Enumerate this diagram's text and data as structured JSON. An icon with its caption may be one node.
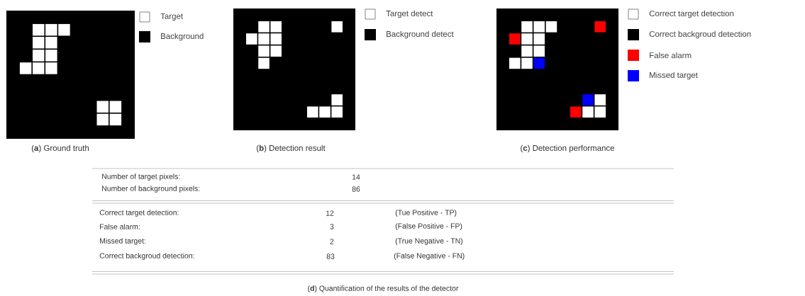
{
  "diagram": {
    "labels": [
      "(**a**) Ground truth",
      "(**b**) Detection result",
      "(**c**) Detection performance",
      "Number of target pixels:",
      "14",
      "Number of background pixels:",
      "86",
      "Correct target detection:",
      "12",
      "(Tue Positive -  TP)",
      "False alarm:",
      "3",
      "(False Positive -  FP)",
      "Missed target:",
      "2",
      "(True Negative -  TN)",
      "Correct backgroud detection:",
      "83",
      "(False Negative  - FN)",
      "(**d**) Quantification of the results of the detector"
    ],
    "legend": [
      {
        "text": "Target"
      },
      {
        "text": "Background",
        "color": "#000000"
      },
      {
        "text": "Target detect"
      },
      {
        "text": "Background detect",
        "color": "#000000"
      },
      {
        "text": "Correct target detection"
      },
      {
        "text": "Correct backgroud detection",
        "color": "#000000"
      },
      {
        "text": "False alarm",
        "color": "#ff0000"
      },
      {
        "text": "Missed target",
        "color": "#0000ff"
      }
    ]
  }
}
